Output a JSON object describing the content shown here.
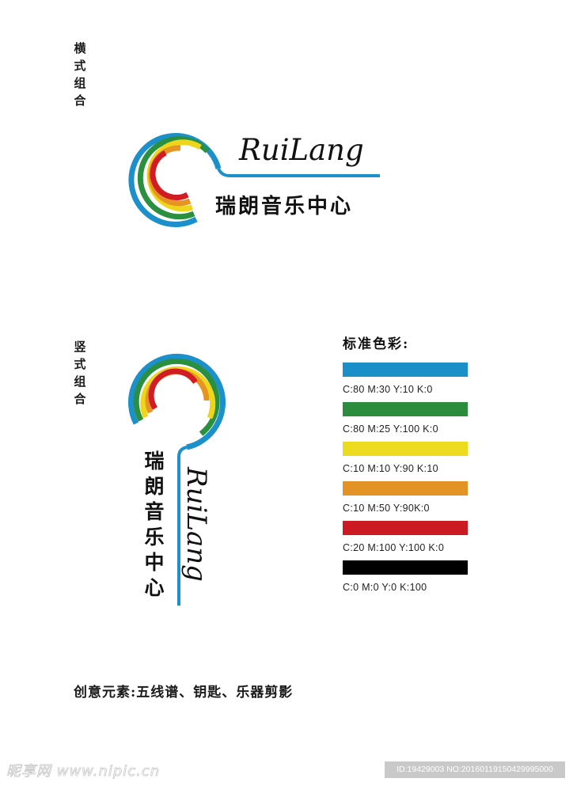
{
  "sections": {
    "horizontal_label": "横式组合",
    "vertical_label": "竖式组合"
  },
  "logo": {
    "latin_name": "RuiLang",
    "chinese_name": "瑞朗音乐中心",
    "chinese_chars": [
      "瑞",
      "朗",
      "音",
      "乐",
      "中",
      "心"
    ],
    "ring_colors": [
      "#1b90cb",
      "#2a9040",
      "#efd61c",
      "#e69522",
      "#d01c22"
    ]
  },
  "standard_colors": {
    "title": "标准色彩:",
    "swatches": [
      {
        "name": "blue",
        "hex": "#1a8fc8",
        "label": "C:80 M:30 Y:10 K:0"
      },
      {
        "name": "green",
        "hex": "#2a8c3c",
        "label": "C:80 M:25 Y:100 K:0"
      },
      {
        "name": "yellow",
        "hex": "#ecdb1e",
        "label": "C:10 M:10 Y:90 K:10"
      },
      {
        "name": "orange",
        "hex": "#e39324",
        "label": "C:10 M:50 Y:90K:0"
      },
      {
        "name": "red",
        "hex": "#cc1a22",
        "label": "C:20 M:100 Y:100 K:0"
      },
      {
        "name": "black",
        "hex": "#000000",
        "label": "C:0 M:0 Y:0 K:100"
      }
    ]
  },
  "creative_elements": "创意元素:五线谱、钥匙、乐器剪影",
  "watermark": {
    "site": "昵享网 www.nipic.cn",
    "id_text": "ID:19429003 NO:20160119150429995000"
  }
}
